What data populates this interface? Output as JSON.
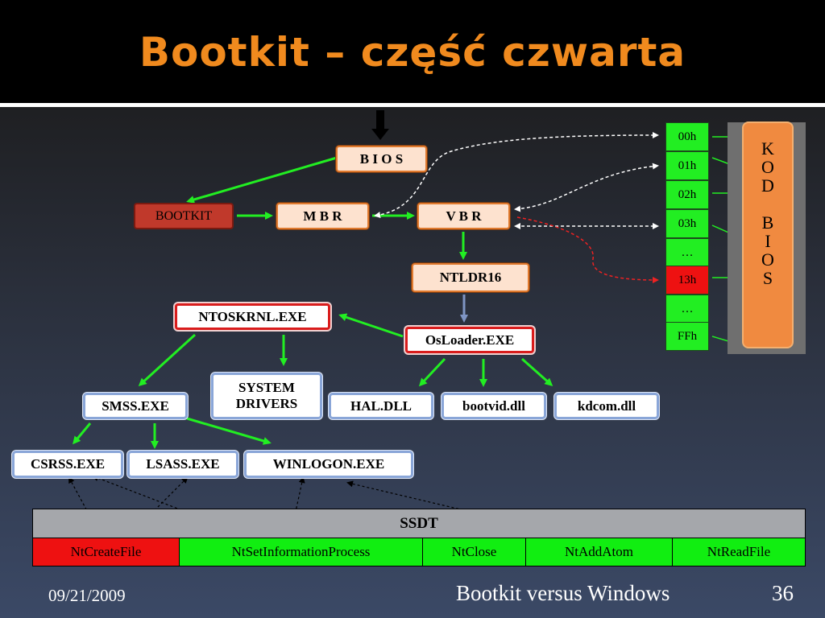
{
  "slide": {
    "title": "Bootkit – część czwarta",
    "date": "09/21/2009",
    "footer_title": "Bootkit versus Windows",
    "page_number": "36"
  },
  "boot_chain": {
    "bios": "B I O S",
    "bootkit": "BOOTKIT",
    "mbr": "M B R",
    "vbr": "V B R",
    "ntldr16": "NTLDR16",
    "osloader": "OsLoader.EXE",
    "ntoskrnl": "NTOSKRNL.EXE",
    "system_drivers_line1": "SYSTEM",
    "system_drivers_line2": "DRIVERS",
    "hal": "HAL.DLL",
    "bootvid": "bootvid.dll",
    "kdcom": "kdcom.dll",
    "smss": "SMSS.EXE",
    "csrss": "CSRSS.EXE",
    "lsass": "LSASS.EXE",
    "winlogon": "WINLOGON.EXE"
  },
  "interrupt_table": {
    "cells": [
      "00h",
      "01h",
      "02h",
      "03h",
      "…",
      "13h",
      "…",
      "FFh"
    ],
    "highlighted": "13h",
    "bios_code_letters": [
      "K",
      "O",
      "D",
      "",
      "B",
      "I",
      "O",
      "S"
    ]
  },
  "ssdt": {
    "header": "SSDT",
    "entries": [
      "NtCreateFile",
      "NtSetInformationProcess",
      "NtClose",
      "NtAddAtom",
      "NtReadFile"
    ],
    "hooked": "NtCreateFile"
  },
  "colors": {
    "title": "#f08a1e",
    "arrow_green": "#22ee22",
    "hooked_red": "#ee1111",
    "normal_green": "#11ee11"
  }
}
